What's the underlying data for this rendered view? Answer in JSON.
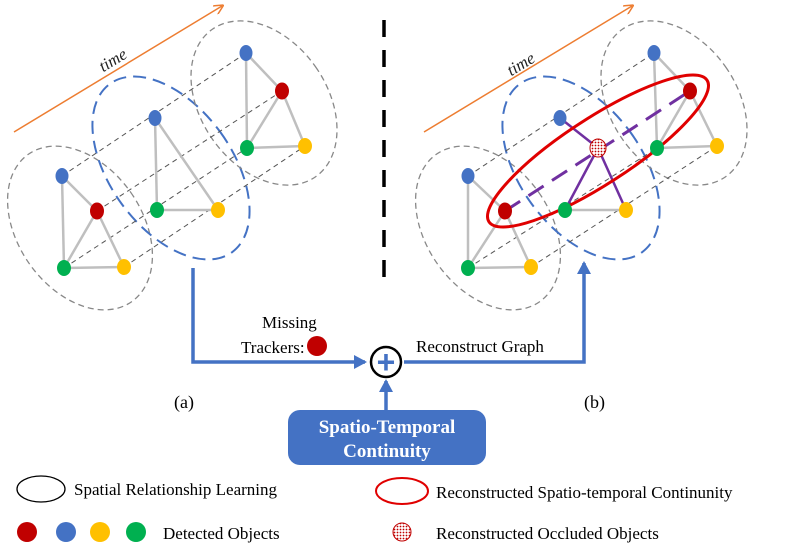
{
  "time_label": "time",
  "missing_trackers_line1": "Missing",
  "missing_trackers_line2": "Trackers:",
  "reconstruct_graph_label": "Reconstruct Graph",
  "panel_a_label": "(a)",
  "panel_b_label": "(b)",
  "continuity_box_line1": "Spatio-Temporal",
  "continuity_box_line2": "Continuity",
  "plus_symbol": "+",
  "legend": {
    "spatial_relationship": "Spatial Relationship Learning",
    "reconstructed_continuity": "Reconstructed Spatio-temporal Continunity",
    "detected_objects": "Detected Objects",
    "reconstructed_occluded": "Reconstructed Occluded Objects"
  },
  "colors": {
    "red_node": "#c00000",
    "blue_node": "#4472c4",
    "yellow_node": "#ffc000",
    "green_node": "#00b050",
    "time_arrow": "#ed7d31",
    "flow_arrow": "#4472c4",
    "box_fill": "#4472c4",
    "reconstructed_ellipse": "#e00000",
    "reconstructed_edge": "#7030a0"
  }
}
